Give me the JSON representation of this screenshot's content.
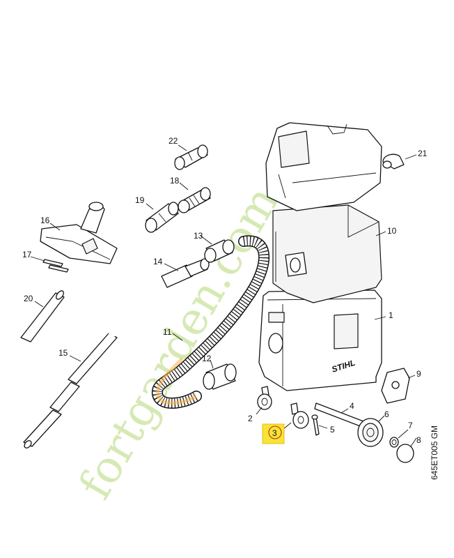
{
  "watermark": "fortgarden.com",
  "drawing_code": "645ET005 GM",
  "brand_mark": "STIHL",
  "highlight_color": "#f7e436",
  "highlighted_callout": "3",
  "callouts": {
    "c1": "1",
    "c2": "2",
    "c3": "3",
    "c4": "4",
    "c5": "5",
    "c6": "6",
    "c7": "7",
    "c8": "8",
    "c9": "9",
    "c10": "10",
    "c11": "11",
    "c12": "12",
    "c13": "13",
    "c14": "14",
    "c15": "15",
    "c16": "16",
    "c17": "17",
    "c18": "18",
    "c19": "19",
    "c20": "20",
    "c21": "21",
    "c22": "22"
  }
}
